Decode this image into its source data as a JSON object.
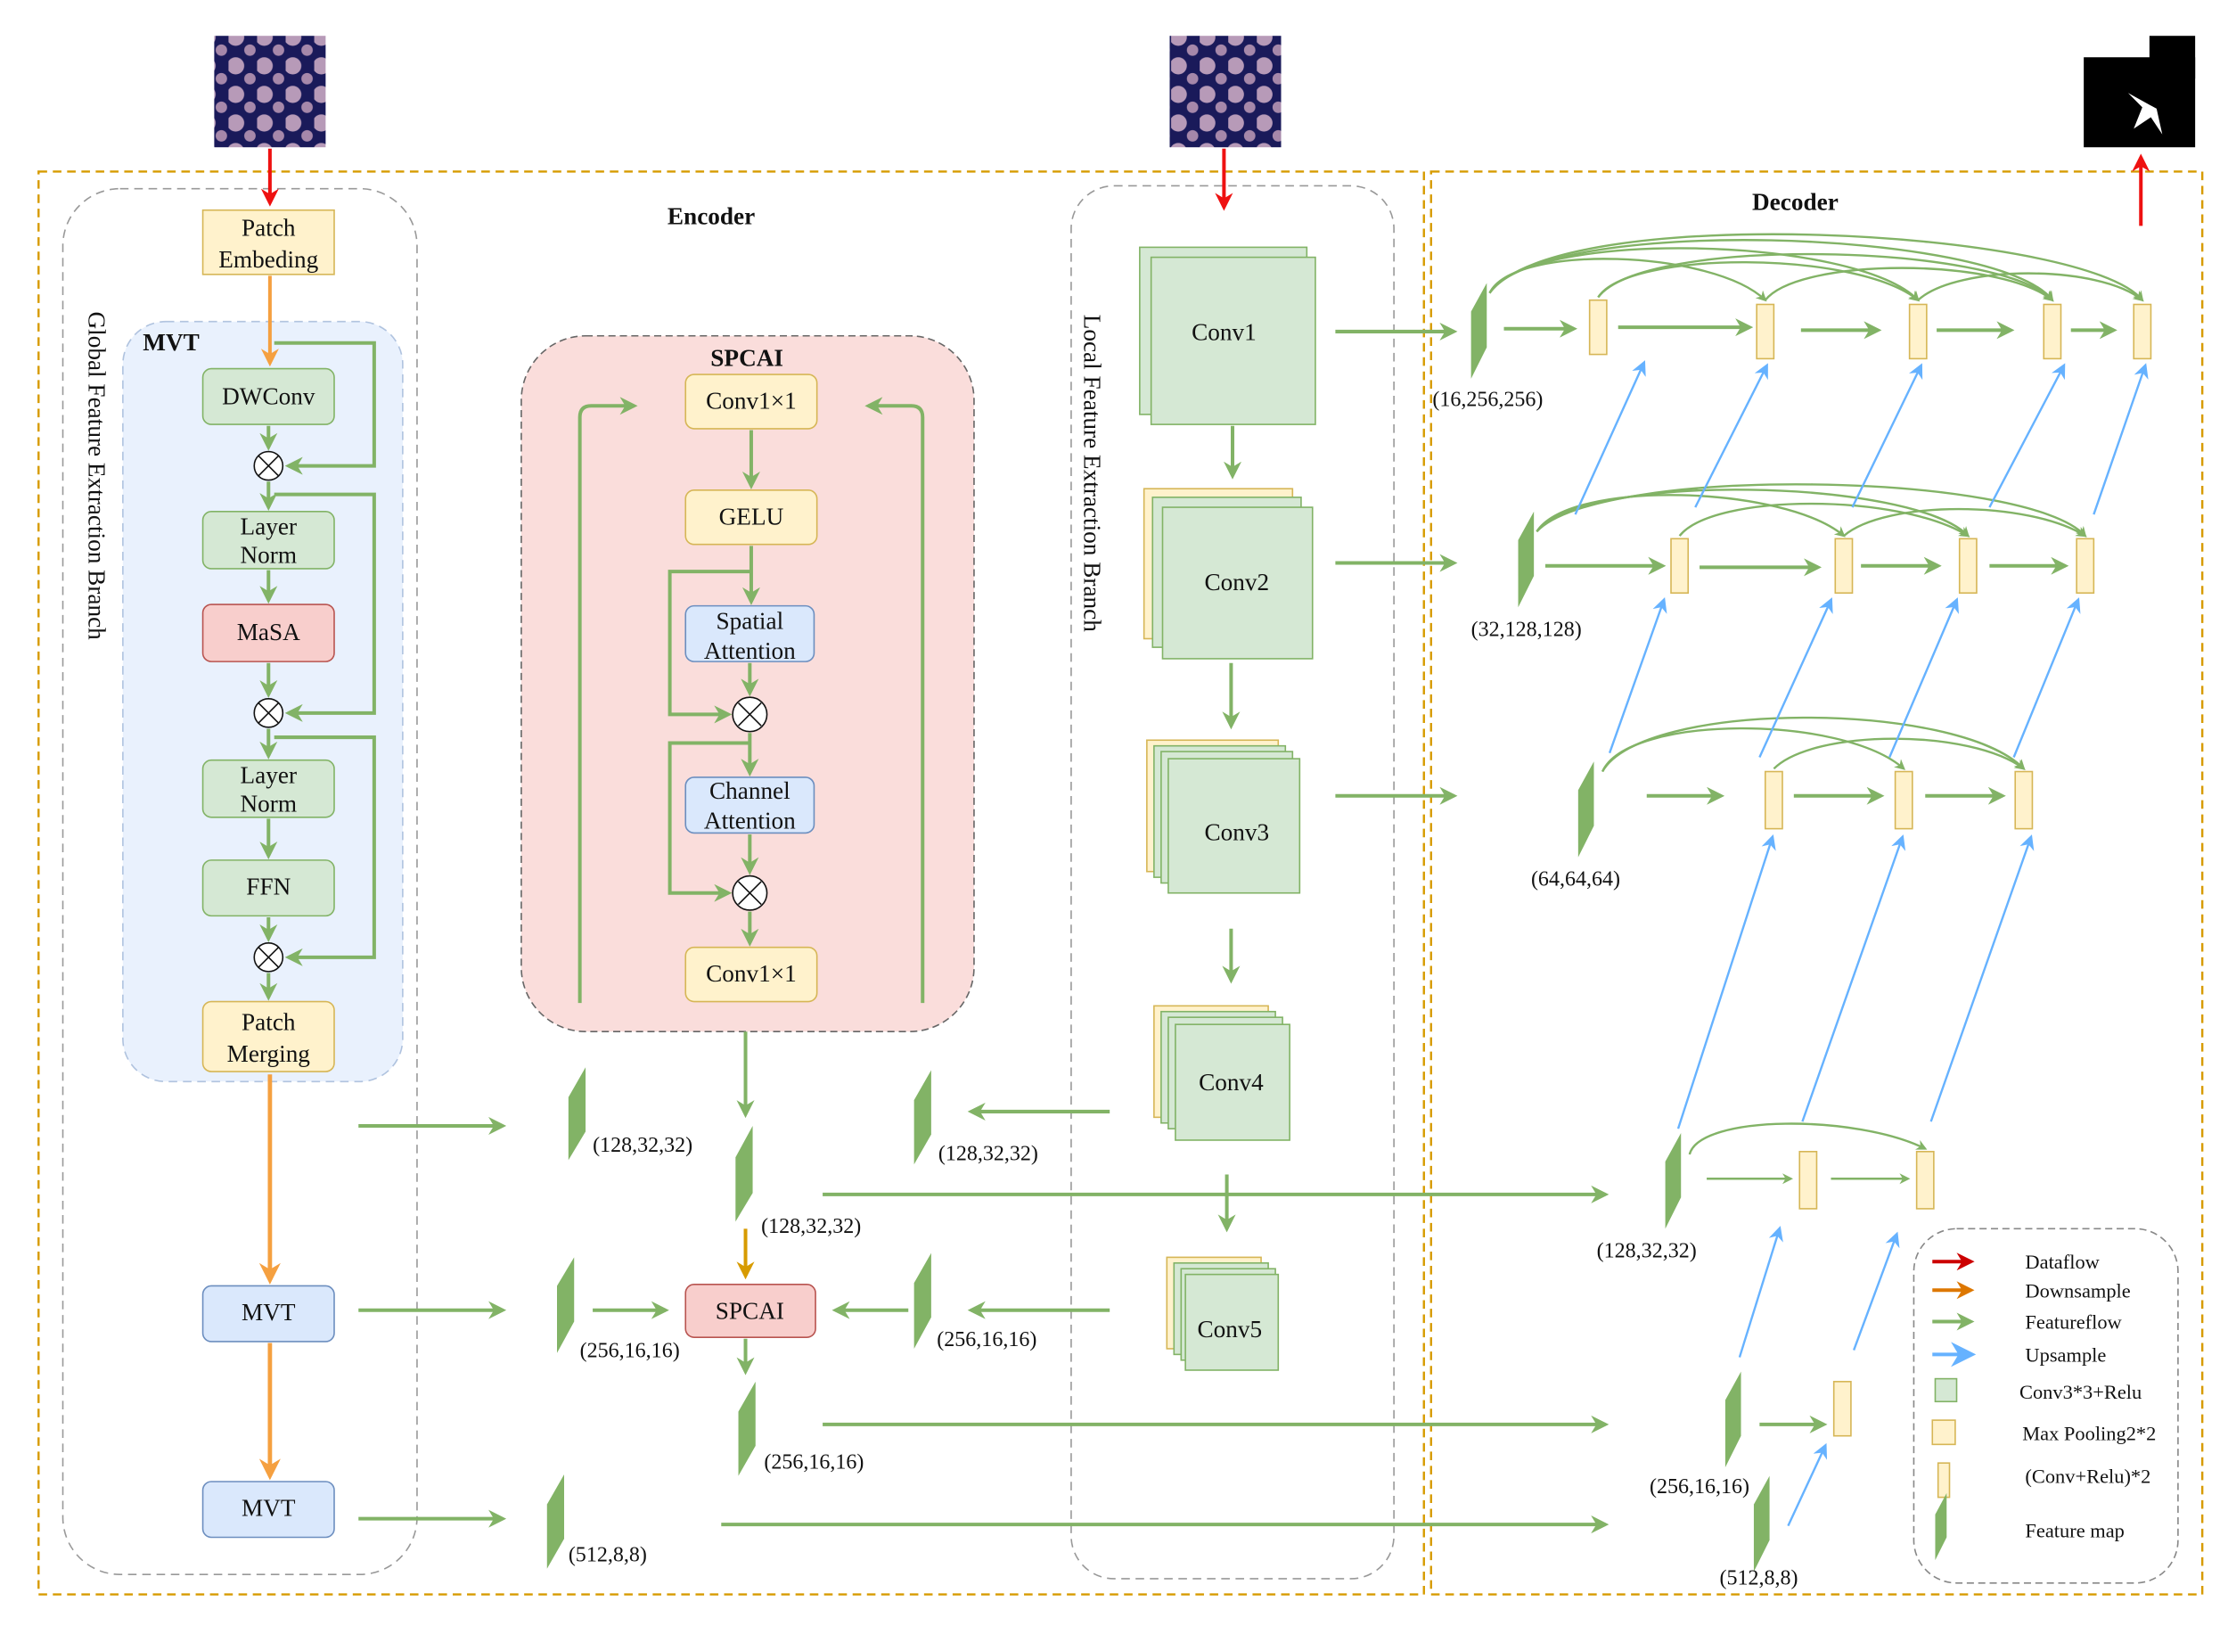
{
  "encoder": {
    "title": "Encoder"
  },
  "decoder": {
    "title": "Decoder"
  },
  "global_branch": {
    "label": "Global Feature Extraction Branch",
    "patch_embedding": [
      "Patch",
      "Embeding"
    ],
    "mvt": {
      "title": "MVT",
      "dwconv": "DWConv",
      "layernorm1": [
        "Layer",
        "Norm"
      ],
      "masa": "MaSA",
      "layernorm2": [
        "Layer",
        "Norm"
      ],
      "ffn": "FFN",
      "patch_merging": [
        "Patch",
        "Merging"
      ]
    },
    "mvt2": "MVT",
    "mvt3": "MVT"
  },
  "spcai": {
    "title": "SPCAI",
    "conv_top": "Conv1×1",
    "gelu": "GELU",
    "spatial": [
      "Spatial",
      "Attention"
    ],
    "channel": [
      "Channel",
      "Attention"
    ],
    "conv_bottom": "Conv1×1",
    "small_block": "SPCAI"
  },
  "local_branch": {
    "label": "Local Feature Extraction Branch",
    "convs": [
      "Conv1",
      "Conv2",
      "Conv3",
      "Conv4",
      "Conv5"
    ]
  },
  "feature_dims": {
    "global_128": "(128,32,32)",
    "local_128": "(128,32,32)",
    "fused_128": "(128,32,32)",
    "global_256": "(256,16,16)",
    "local_256": "(256,16,16)",
    "fused_256": "(256,16,16)",
    "global_512": "(512,8,8)",
    "dec_16": "(16,256,256)",
    "dec_32": "(32,128,128)",
    "dec_64": "(64,64,64)",
    "dec_128": "(128,32,32)",
    "dec_256": "(256,16,16)",
    "dec_512": "(512,8,8)"
  },
  "legend": {
    "items": [
      "Dataflow",
      "Downsample",
      "Featureflow",
      "Upsample",
      "Conv3*3+Relu",
      "Max Pooling2*2",
      "(Conv+Relu)*2",
      "Feature map"
    ]
  },
  "colors": {
    "dataflow": "#ee1111",
    "downsample": "#f0a040",
    "featureflow": "#82b366",
    "upsample": "#66b2ff",
    "conv_fill": "#d5e8d4",
    "pool_fill": "#fff2cc",
    "pool_stroke": "#d6b656"
  }
}
